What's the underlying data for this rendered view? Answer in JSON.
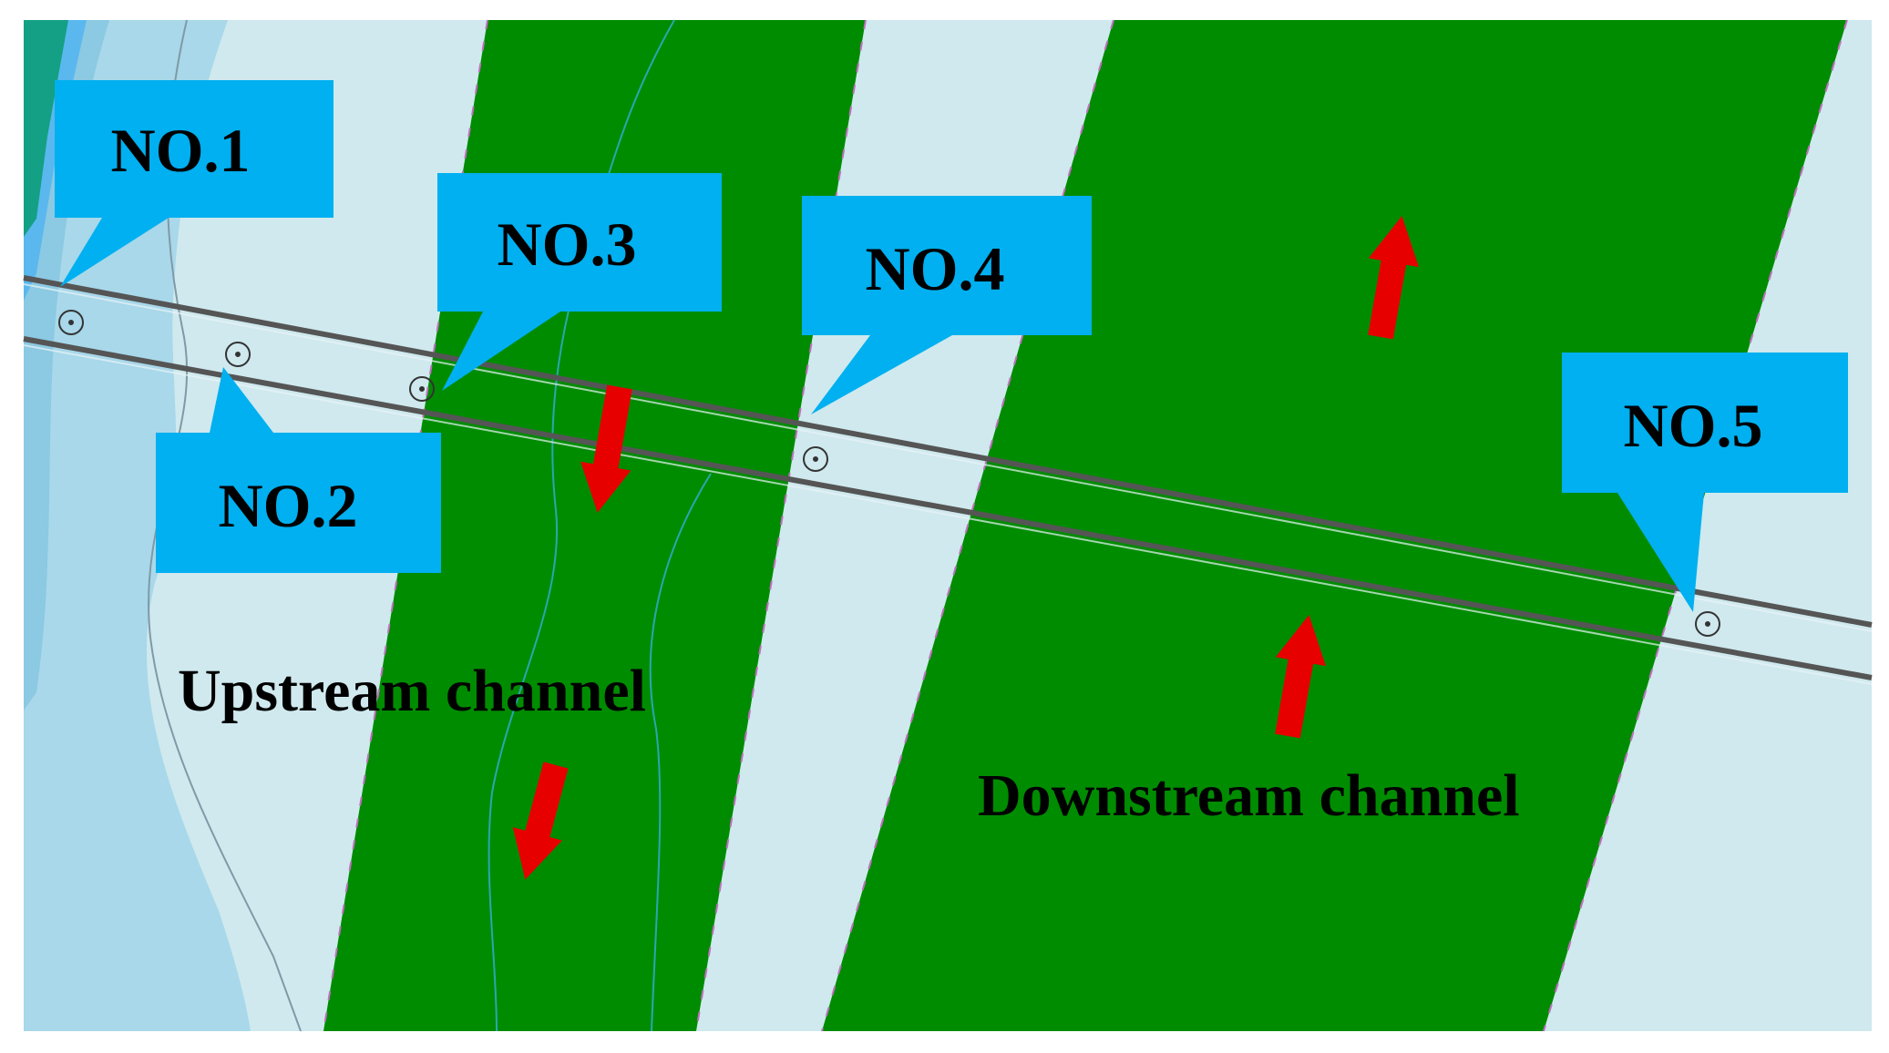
{
  "colors": {
    "land": "#cfe9ee",
    "water_light": "#a8d8ea",
    "water_mid": "#8cc9e2",
    "water_blue": "#5ab8ef",
    "water_teal": "#14a084",
    "channel_green": "#008c00",
    "callout_blue": "#00b0f0",
    "arrow_red": "#e60000",
    "pipe_gray": "#555555",
    "boundary_pink": "#c070c0",
    "stream_line": "#2aa7b0"
  },
  "callouts": [
    {
      "id": "no1",
      "label": "NO.1"
    },
    {
      "id": "no2",
      "label": "NO.2"
    },
    {
      "id": "no3",
      "label": "NO.3"
    },
    {
      "id": "no4",
      "label": "NO.4"
    },
    {
      "id": "no5",
      "label": "NO.5"
    }
  ],
  "channels": {
    "upstream_label": "Upstream channel",
    "downstream_label": "Downstream channel"
  },
  "icons": {
    "arrow": "red-arrow-icon",
    "monitor_point": "monitoring-point-icon"
  }
}
